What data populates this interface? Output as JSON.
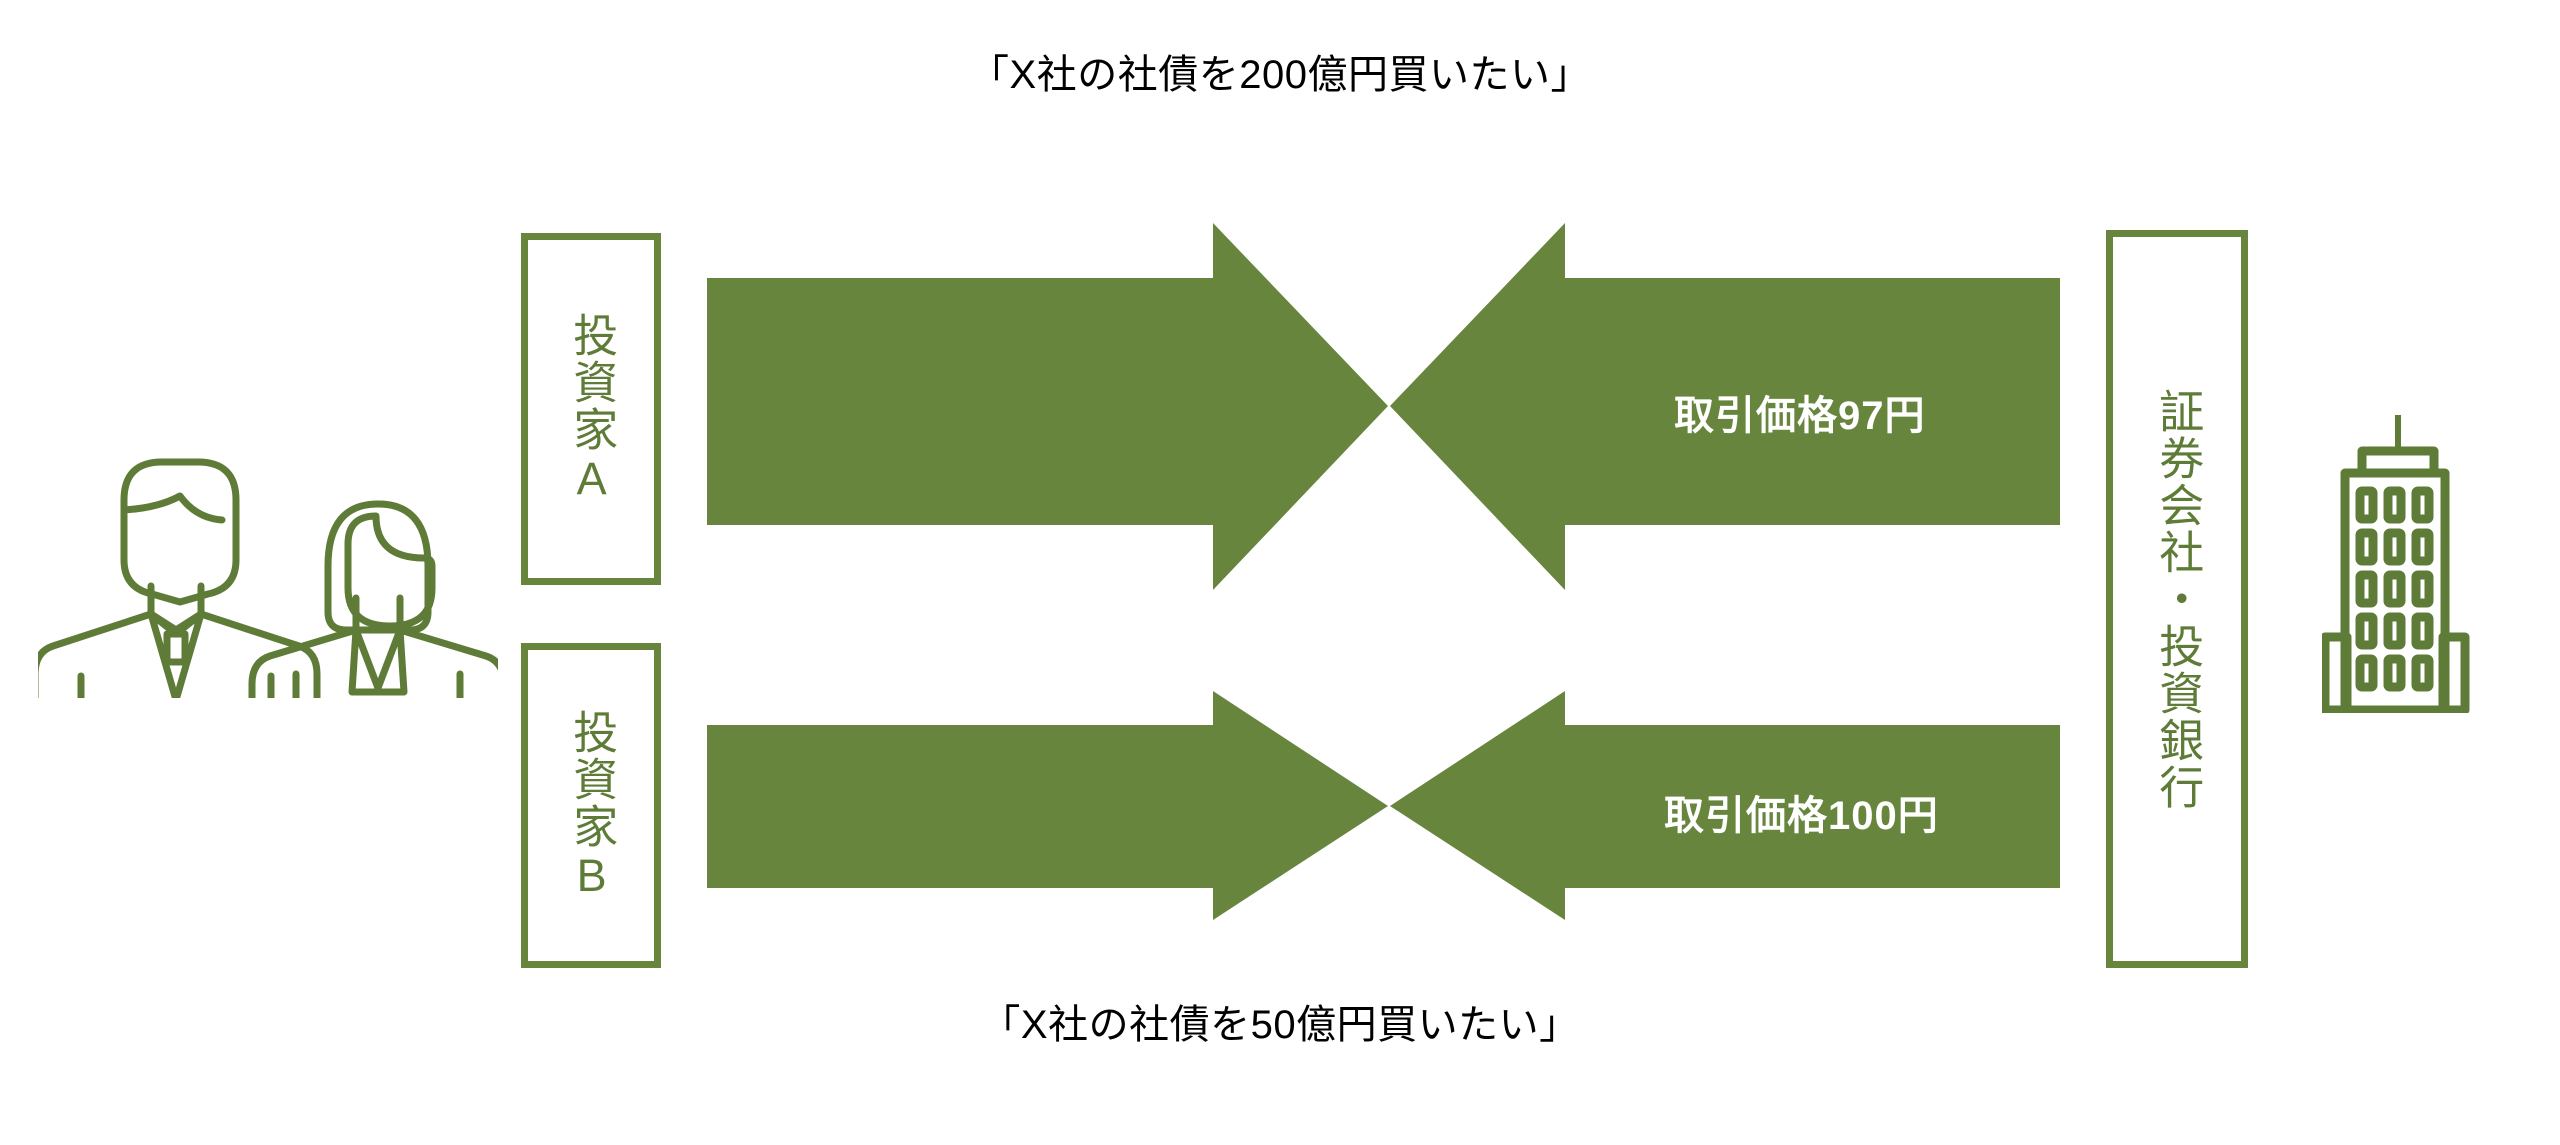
{
  "diagram": {
    "title": "Corporate bond allocation — investor bids vs. securities firm pricing",
    "accent_color": "#67853D",
    "label_text_color": "#5E7C37",
    "arrow_label_color": "#FFFFFF",
    "background_color": "#FFFFFF"
  },
  "quotes": {
    "top": "「X社の社債を200億円買いたい」",
    "bottom": "「X社の社債を50億円買いたい」"
  },
  "boxes": {
    "investor_a": "投資家A",
    "investor_b": "投資家B",
    "securities": "証券会社・投資銀行"
  },
  "arrows": [
    {
      "id": "row-upper",
      "label": "取引価格97円",
      "from": "投資家A",
      "to": "証券会社・投資銀行",
      "direction": "bidirectional"
    },
    {
      "id": "row-lower",
      "label": "取引価格100円",
      "from": "投資家B",
      "to": "証券会社・投資銀行",
      "direction": "bidirectional"
    }
  ],
  "icons": {
    "investors": "two-people-icon",
    "institution": "office-building-icon"
  }
}
